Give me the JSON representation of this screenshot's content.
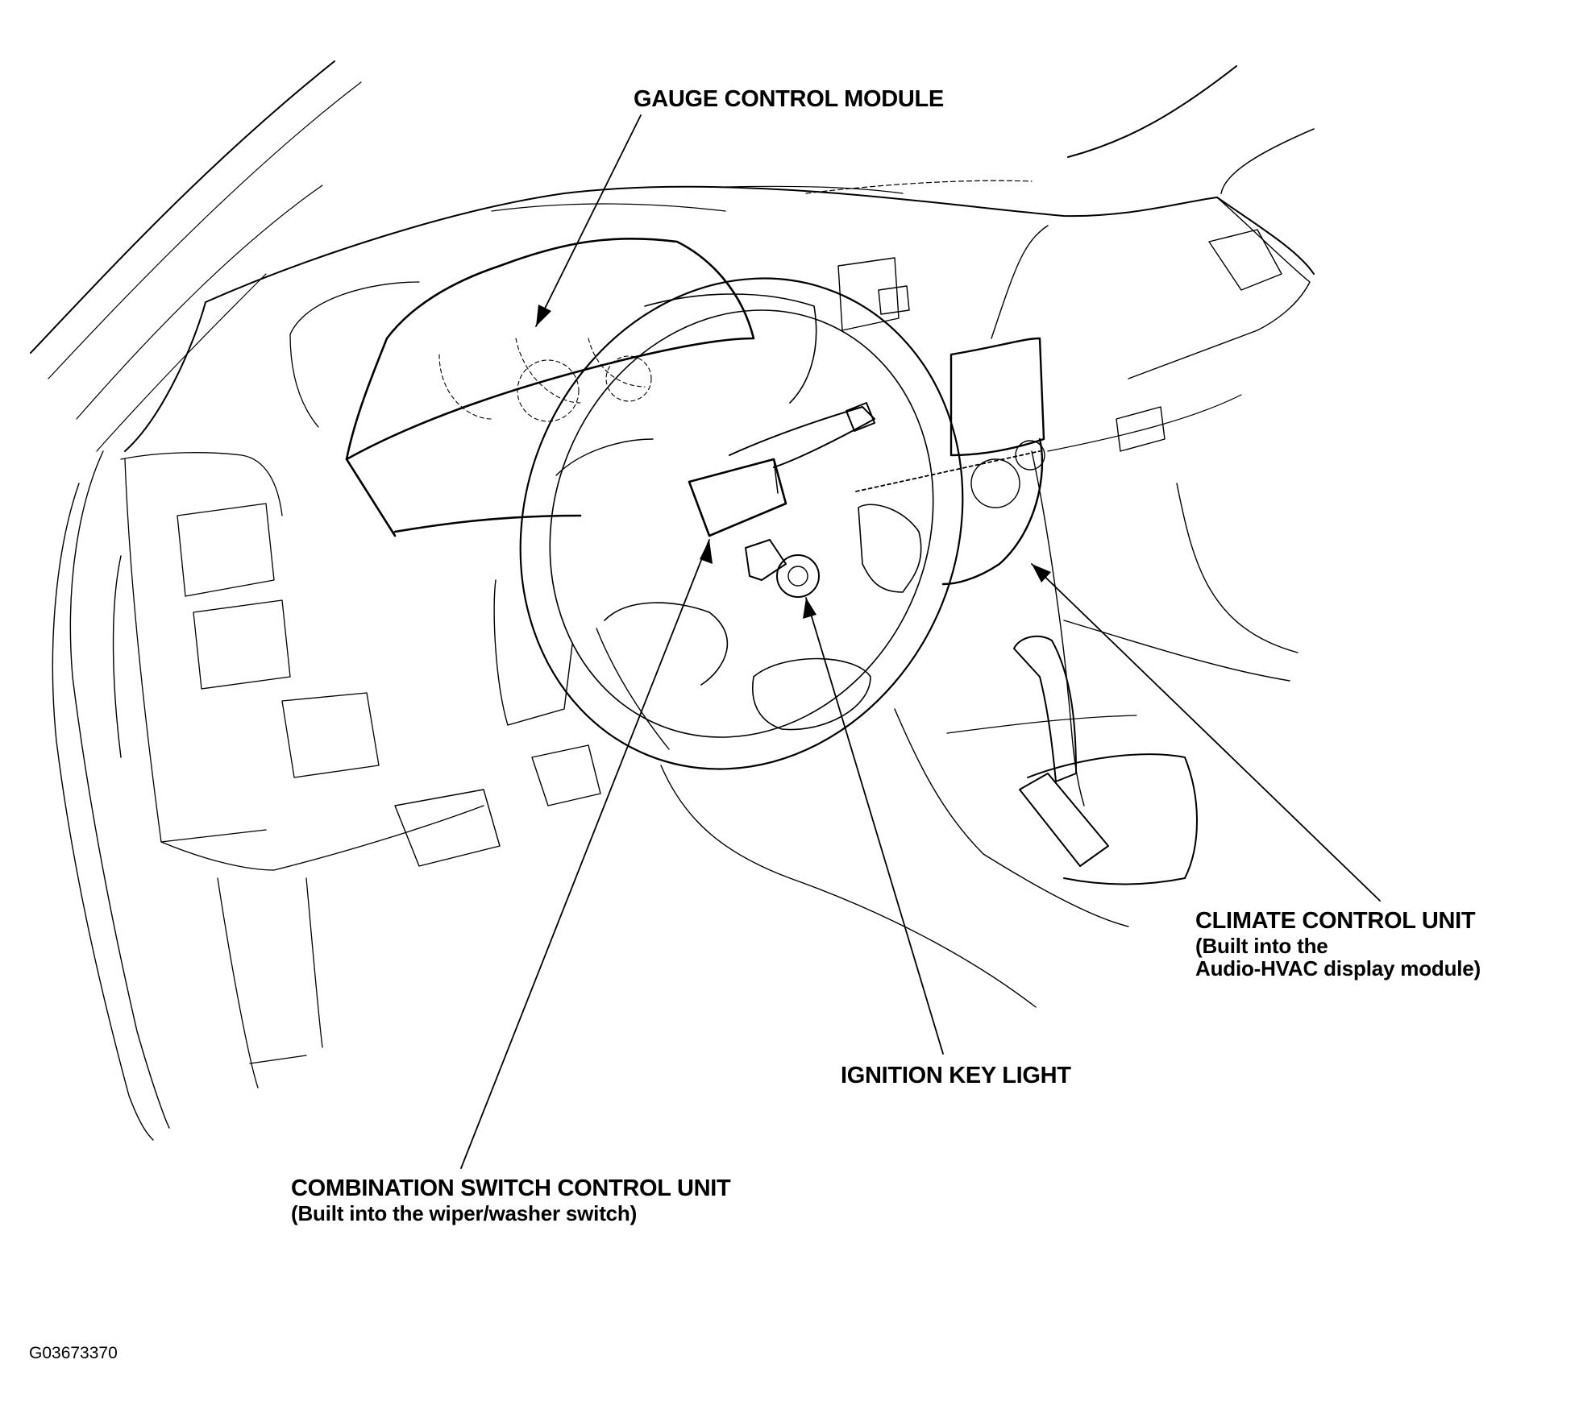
{
  "callouts": {
    "gauge_control_module": {
      "label": "GAUGE CONTROL MODULE"
    },
    "climate_control_unit": {
      "label": "CLIMATE CONTROL UNIT",
      "note_line1": "(Built into the",
      "note_line2": "Audio-HVAC display module)"
    },
    "ignition_key_light": {
      "label": "IGNITION KEY LIGHT"
    },
    "combination_switch_control_unit": {
      "label": "COMBINATION SWITCH CONTROL UNIT",
      "note": "(Built into the wiper/washer switch)"
    }
  },
  "figure_id": "G03673370",
  "colors": {
    "line": "#000000",
    "background": "#ffffff"
  }
}
